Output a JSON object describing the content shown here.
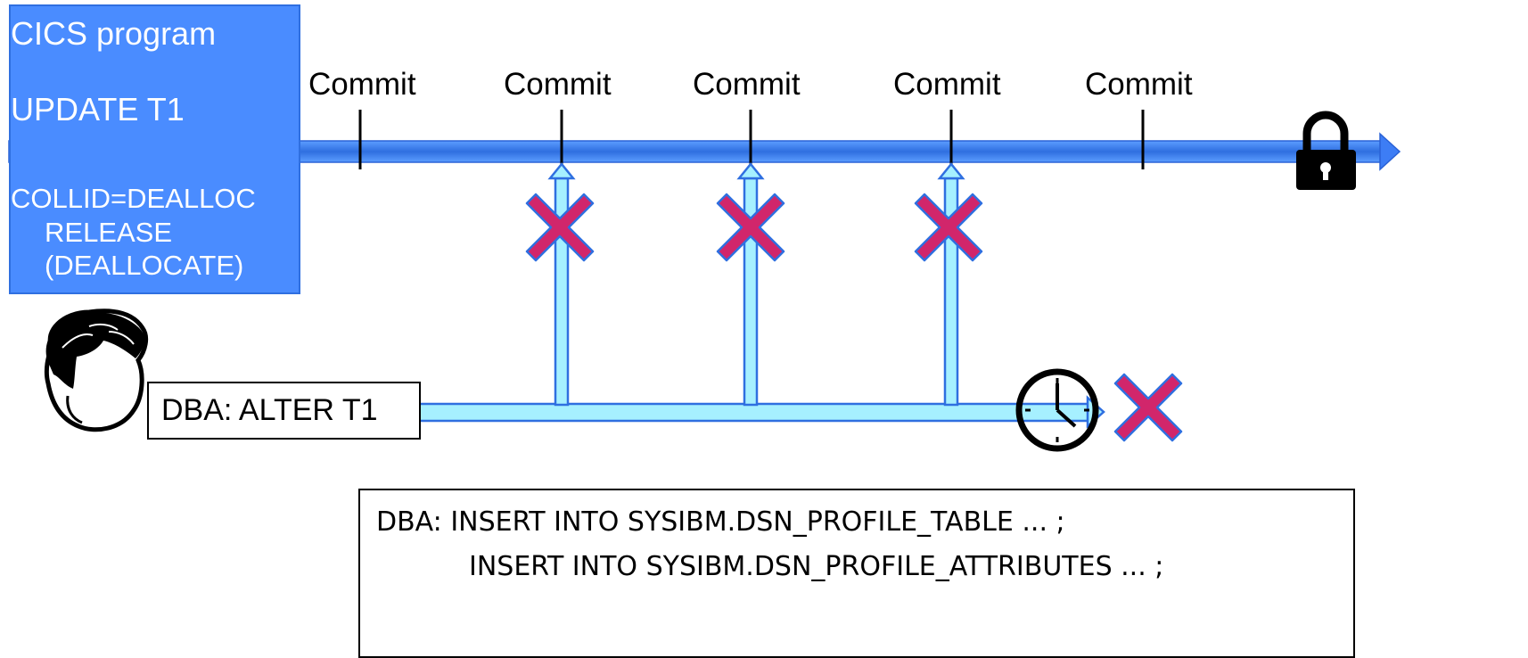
{
  "program_box": {
    "title": "CICS program",
    "statement": "UPDATE T1",
    "option_line1": "COLLID=DEALLOC",
    "option_line2": "RELEASE",
    "option_line3": "(DEALLOCATE)"
  },
  "commits": [
    "Commit",
    "Commit",
    "Commit",
    "Commit",
    "Commit"
  ],
  "alter_box": {
    "label": "DBA: ALTER T1"
  },
  "insert_box": {
    "line1": "DBA: INSERT INTO SYSIBM.DSN_PROFILE_TABLE ... ;",
    "line2": "INSERT INTO SYSIBM.DSN_PROFILE_ATTRIBUTES ... ;"
  },
  "colors": {
    "program_blue": "#4a8cff",
    "timeline_blue": "#3d7df5",
    "request_cyan": "#a6f0ff",
    "blocked_x": "#d1266b",
    "blocked_x_outline": "#2f6fe0"
  },
  "icons": [
    "person-icon",
    "lock-icon",
    "clock-icon",
    "blocked-x-icon"
  ]
}
